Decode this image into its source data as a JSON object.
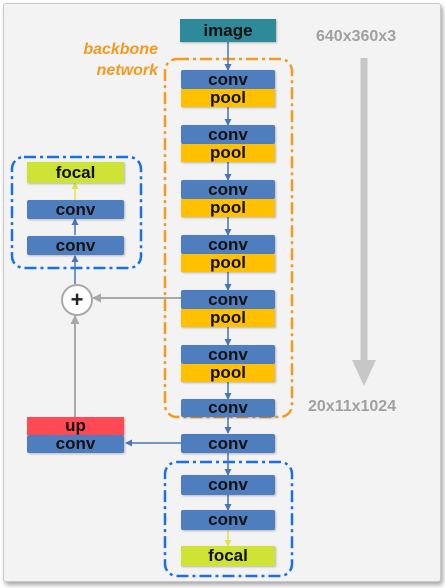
{
  "top_block": "image",
  "backbone_label": [
    "backbone",
    "network"
  ],
  "backbone_layers": [
    {
      "conv": "conv",
      "pool": "pool"
    },
    {
      "conv": "conv",
      "pool": "pool"
    },
    {
      "conv": "conv",
      "pool": "pool"
    },
    {
      "conv": "conv",
      "pool": "pool"
    },
    {
      "conv": "conv",
      "pool": "pool"
    },
    {
      "conv": "conv",
      "pool": "pool"
    },
    {
      "conv": "conv"
    }
  ],
  "bridge_conv": "conv",
  "up_branch": {
    "up": "up",
    "conv": "conv"
  },
  "left_head": {
    "focal": "focal",
    "conv1": "conv",
    "conv2": "conv"
  },
  "bottom_head": {
    "conv1": "conv",
    "conv2": "conv",
    "focal": "focal"
  },
  "merge_symbol": "+",
  "input_size": "640x360x3",
  "output_size": "20x11x1024",
  "colors": {
    "conv": "#4f7ebf",
    "pool": "#ffc000",
    "focal": "#cfe337",
    "up": "#ff4a55",
    "image": "#2e8a98",
    "backbone_border": "#f39a1e",
    "head_border": "#1a6ee6",
    "arrow_main": "#4a74b8",
    "arrow_skip": "#a8a8a8"
  }
}
